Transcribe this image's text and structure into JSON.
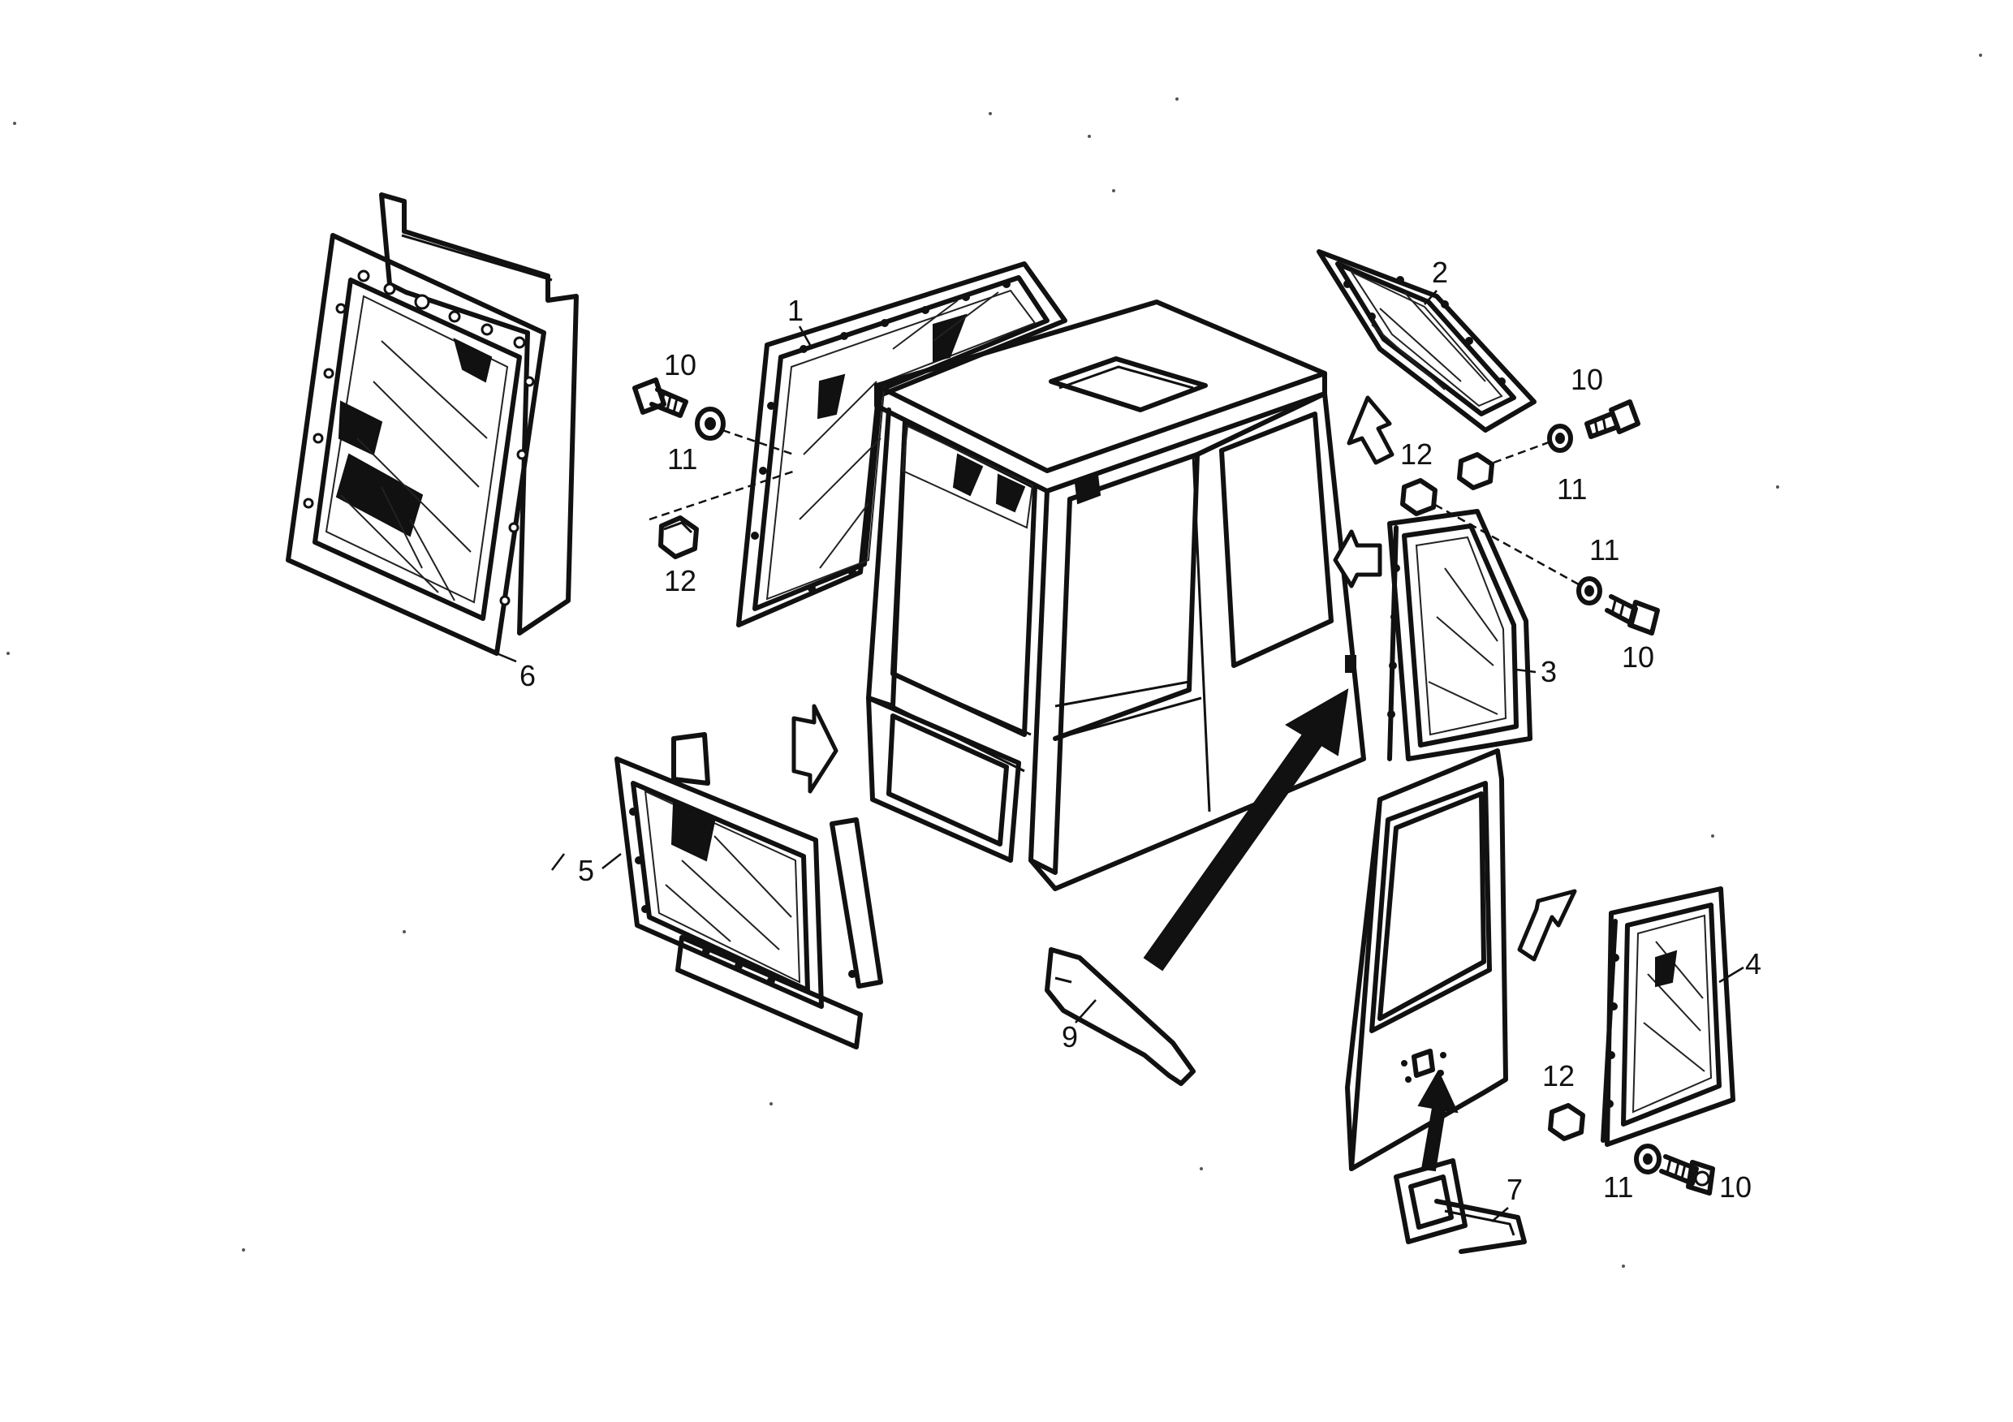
{
  "callouts": {
    "c1": "1",
    "c2": "2",
    "c3": "3",
    "c4": "4",
    "c5": "5",
    "c6": "6",
    "c7": "7",
    "c9": "9",
    "c10": "10",
    "c11": "11",
    "c12": "12"
  },
  "colors": {
    "line": "#111111",
    "background": "#ffffff"
  }
}
